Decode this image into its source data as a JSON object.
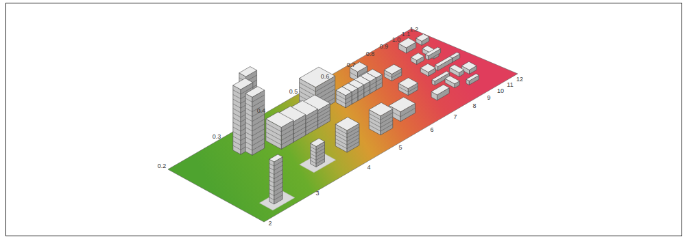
{
  "diagram": {
    "labels": [
      "0.2",
      "0.3",
      "0.4",
      "0.5",
      "0.6",
      "0.7",
      "0.8",
      "0.9",
      "1.0",
      "1.1",
      "1.2",
      "2",
      "3",
      "4",
      "5",
      "6",
      "7",
      "8",
      "9",
      "10",
      "11",
      "12"
    ]
  }
}
